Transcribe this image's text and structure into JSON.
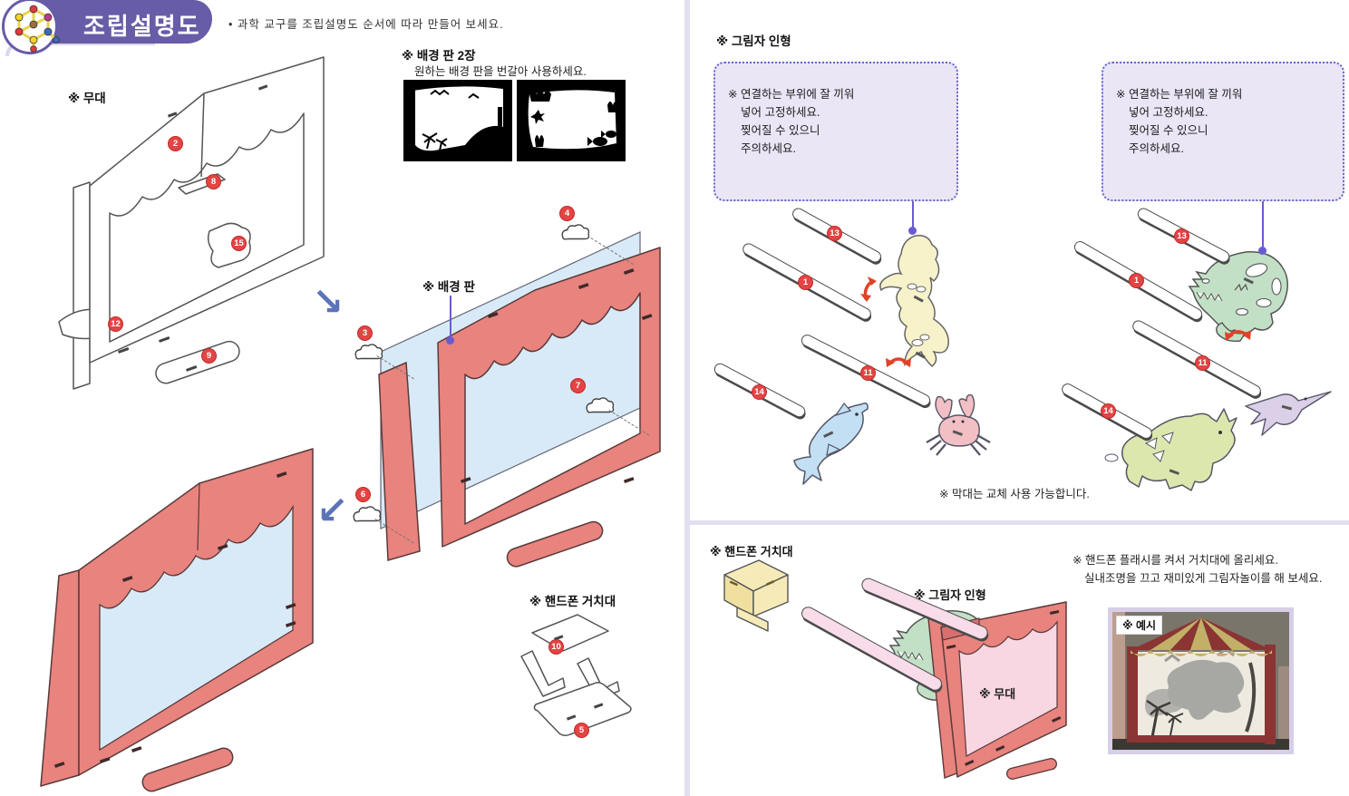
{
  "header": {
    "title": "조립설명도",
    "subtitle": "• 과학 교구를 조립설명도 순서에 따라 만들어 보세요."
  },
  "left_section": {
    "stage_label": "※ 무대",
    "bg_panels": {
      "title": "※ 배경 판 2장",
      "subtitle": "원하는 배경 판을 번갈아 사용하세요."
    },
    "backdrop_label": "※ 배경 판",
    "phone_stand_label": "※ 핸드폰 거치대"
  },
  "right_section": {
    "title": "※ 그림자 인형",
    "caution_box": {
      "line1": "※ 연결하는 부위에 잘 끼워",
      "line2": "넣어 고정하세요.",
      "line3": "찢어질 수 있으니",
      "line4": "주의하세요."
    },
    "sticks_note": "※ 막대는 교체 사용 가능합니다."
  },
  "bottom_section": {
    "phone_stand_label": "※ 핸드폰 거치대",
    "puppet_label": "※ 그림자 인형",
    "stage_label": "※ 무대",
    "tip_line1": "※ 핸드폰 플래시를 켜서 거치대에 올리세요.",
    "tip_line2": "실내조명을 끄고 재미있게 그림자놀이를 해 보세요.",
    "example_label": "※ 예시"
  },
  "part_numbers": {
    "n1": "1",
    "n2": "2",
    "n3": "3",
    "n4": "4",
    "n5": "5",
    "n6": "6",
    "n7": "7",
    "n8": "8",
    "n9": "9",
    "n10": "10",
    "n11": "11",
    "n12": "12",
    "n13": "13",
    "n14": "14",
    "n15": "15"
  },
  "icons": {
    "arrow_down_right": "↘",
    "arrow_down_left": "↙"
  },
  "colors": {
    "accent_purple": "#675CA7",
    "divider_lavender": "#E3DFF1",
    "note_box_bg": "#EAE6F6",
    "note_box_border": "#6565CC",
    "badge_red": "#E34444",
    "frame_red": "#E8837E",
    "screen_blue": "#D8EAF8",
    "screen_pink": "#F8D7E3",
    "stick_pink": "#F8DCE9",
    "stand_yellow": "#F6EBB8",
    "mermaid_yellow": "#F7F2C9",
    "dolphin_blue": "#C3DFF4",
    "crab_pink": "#F2BFC4",
    "trex_green": "#C2E0C6",
    "triceratops_green": "#DCE7AE",
    "pterodactyl_purple": "#DCD0E8",
    "connector_purple": "#6A5BD0",
    "arrow_blue": "#5C73B8",
    "arrow_red": "#E04327"
  }
}
